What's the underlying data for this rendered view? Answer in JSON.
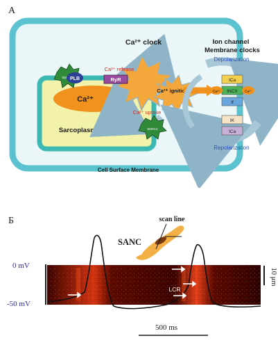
{
  "panel_a": {
    "letter": "А",
    "ca_clock_label": "Ca²⁺ clock",
    "ion_channel_title_line1": "Ion channel",
    "ion_channel_title_line2": "Membrane clocks",
    "depolarization_label": "Depolarization",
    "repolarization_label": "Repolarization",
    "ca_release_label": "Ca²⁺ release",
    "ca_uptake_label": "Ca²⁺ uptake",
    "ca_ignition_label": "Ca²⁺ ignition",
    "ca2_center_label": "Ca²⁺",
    "ca_small_left": "Ca²⁺",
    "ca_small_right": "Ca²⁺",
    "serca_label_top": "SERCA",
    "serca_label_bottom": "SERCA",
    "plb_label": "PLB",
    "ryr_label": "RyR",
    "sr_label": "Sarcoplasmic Reticulum",
    "membrane_label": "Cell Surface Membrane",
    "channels": [
      "ICa",
      "INCX",
      "If",
      "IK",
      "ICa"
    ],
    "colors": {
      "cell_border": "#5cc2cf",
      "cell_fill": "#eaf6f8",
      "sr_border": "#3eb8b2",
      "sr_fill": "#f2f2aa",
      "ca_ellipse": "#f2921e",
      "burst": "#f4a73a",
      "cycle_arrows": "#a8c8d8",
      "ryr": "#9a4a9e",
      "plb": "#2c3f97",
      "serca": "#2f8a3a",
      "red_text": "#d6261c",
      "blue_text": "#2c52b8"
    }
  },
  "panel_b": {
    "letter": "Б",
    "scan_line_label": "scan line",
    "sanc_label": "SANC",
    "zero_mv_label": "0 mV",
    "minus50_mv_label": "-50 mV",
    "scale_um_label": "10 μm",
    "lcr_label": "LCR",
    "time_scale_label": "500 ms"
  }
}
